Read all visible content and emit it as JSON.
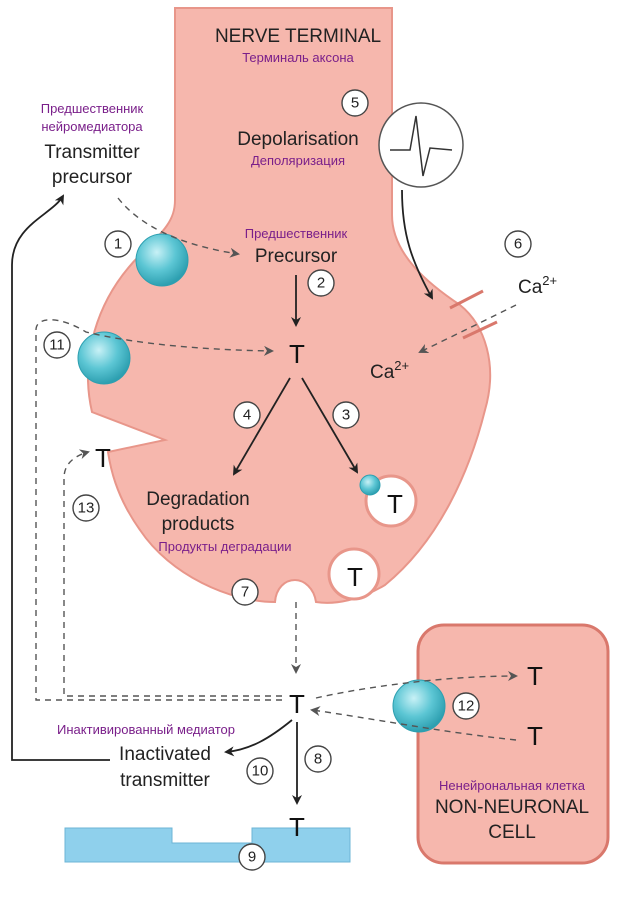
{
  "terminal": {
    "title_en": "NERVE TERMINAL",
    "title_ru": "Терминаль аксона",
    "fill_color": "#f6b7ad",
    "stroke_color": "#e8968a"
  },
  "transmitter_precursor": {
    "ru": "Предшественник нейромедиатора",
    "ru_line1": "Предшественник",
    "ru_line2": "нейромедиатора",
    "en_line1": "Transmitter",
    "en_line2": "precursor"
  },
  "depolarisation": {
    "en": "Depolarisation",
    "ru": "Деполяризация"
  },
  "precursor": {
    "ru": "Предшественник",
    "en": "Precursor"
  },
  "calcium": {
    "outside": "Ca",
    "inside": "Ca",
    "superscript": "2+"
  },
  "degradation": {
    "en_line1": "Degradation",
    "en_line2": "products",
    "ru": "Продукты деградации"
  },
  "inactivated": {
    "ru": "Инактивированный медиатор",
    "en_line1": "Inactivated",
    "en_line2": "transmitter"
  },
  "non_neuronal": {
    "ru": "Ненейрональная клетка",
    "en_line1": "NON-NEURONAL",
    "en_line2": "CELL"
  },
  "transmitter_symbol": "T",
  "steps": [
    "1",
    "2",
    "3",
    "4",
    "5",
    "6",
    "7",
    "8",
    "9",
    "10",
    "11",
    "12",
    "13"
  ],
  "colors": {
    "transporter": "#5cc6d4",
    "receptor": "#8fd0ec",
    "russian_text": "#7a1f8a"
  }
}
